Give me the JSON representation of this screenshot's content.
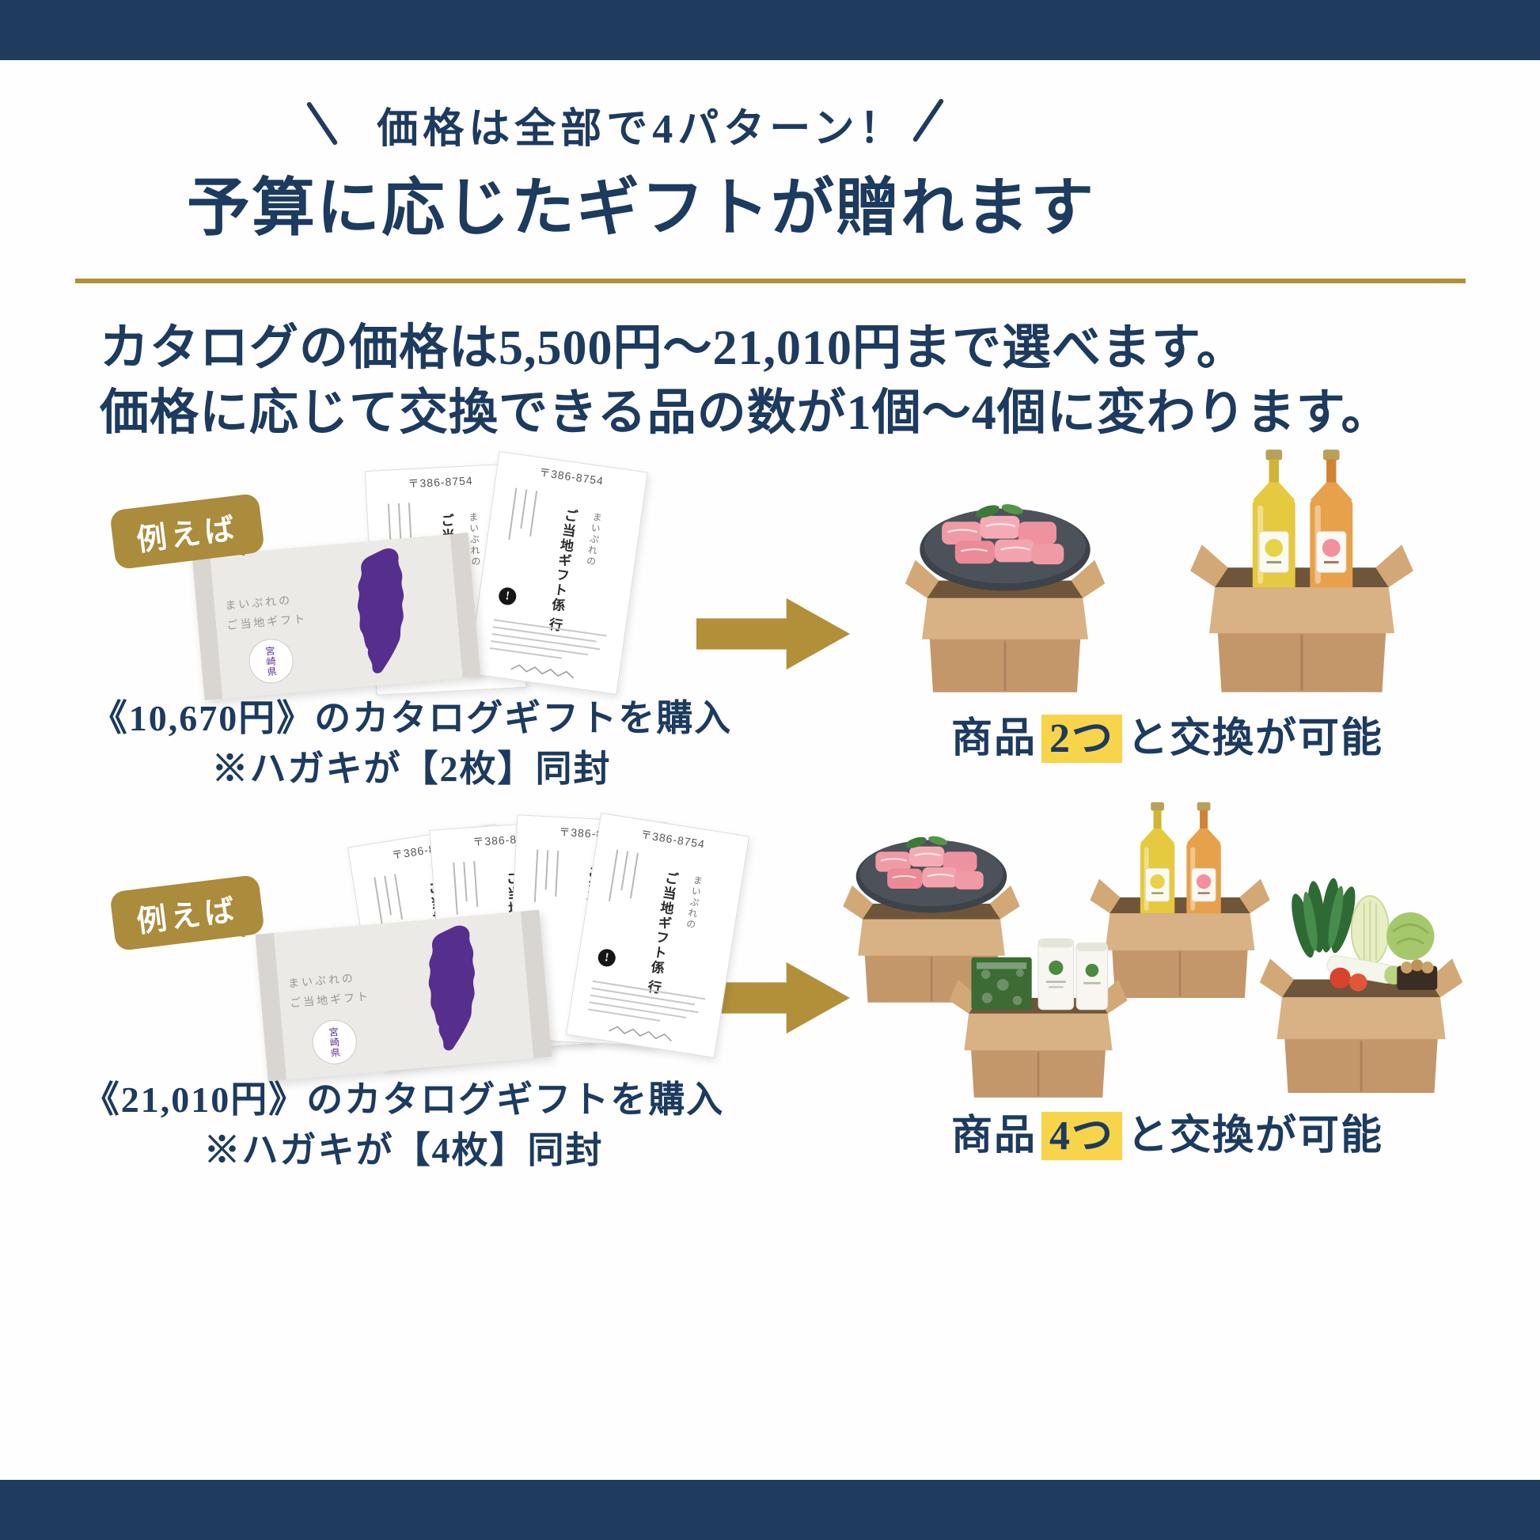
{
  "colors": {
    "navy": "#1f3b5e",
    "gold": "#b2903a",
    "highlight": "#f7d44a",
    "cardboard": "#c3976a",
    "map_purple": "#562e8e"
  },
  "header": {
    "tagline": "価格は全部で4パターン！",
    "title": "予算に応じたギフトが贈れます"
  },
  "intro": {
    "line1": "カタログの価格は5,500円〜21,010円まで選べます。",
    "line2": "価格に応じて交換できる品の数が1個〜4個に変わります。"
  },
  "catalog": {
    "envelope_brand_line1": "まいぷれの",
    "envelope_brand_line2": "ご当地ギフト",
    "envelope_stamp": "宮崎県",
    "postcard_postal": "〒386-8754",
    "postcard_recipient_line1": "まいぷれの",
    "postcard_recipient_line2": "ご当地ギフト係 行",
    "postcard_note_icon": "!"
  },
  "examples": [
    {
      "bubble": "例えば",
      "caption_line1": "《10,670円》のカタログギフトを購入",
      "caption_line2": "※ハガキが【2枚】同封",
      "result_prefix": "商品",
      "result_highlight": "2つ",
      "result_suffix": "と交換が可能"
    },
    {
      "bubble": "例えば",
      "caption_line1": "《21,010円》のカタログギフトを購入",
      "caption_line2": "※ハガキが【4枚】同封",
      "result_prefix": "商品",
      "result_highlight": "4つ",
      "result_suffix": "と交換が可能"
    }
  ]
}
